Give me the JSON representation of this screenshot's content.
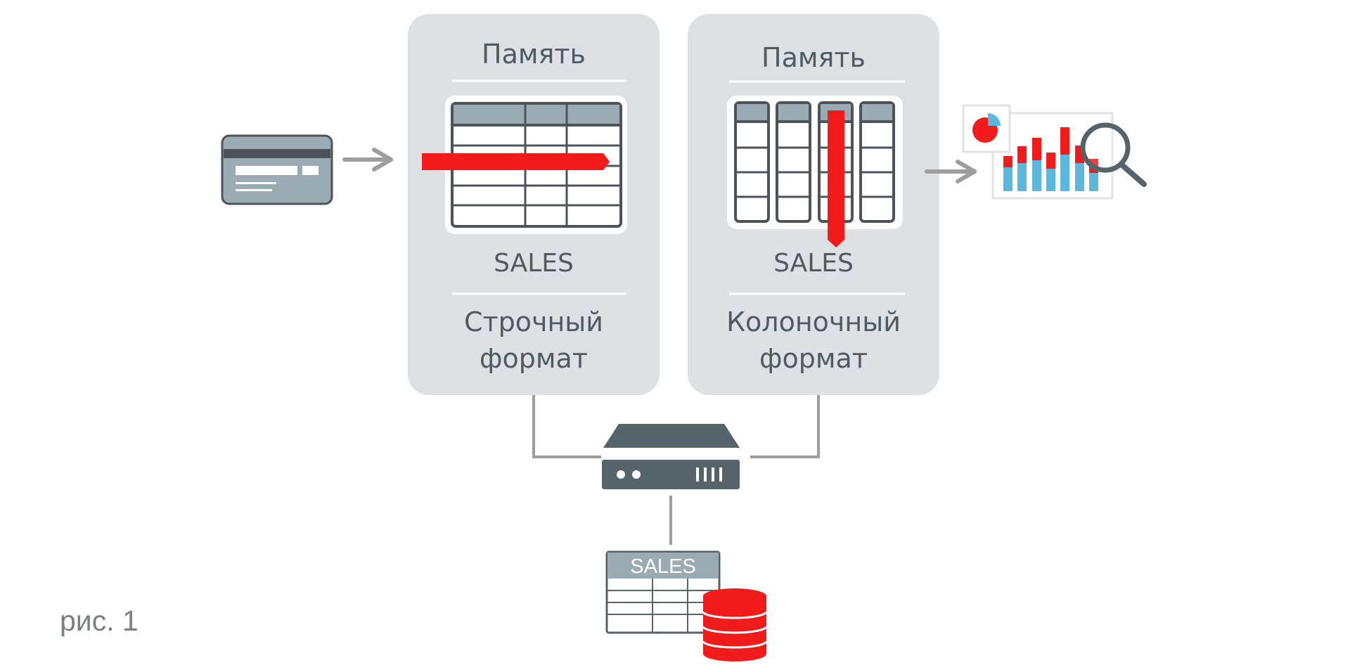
{
  "panels": {
    "row": {
      "memory_label": "Память",
      "table_label": "SALES",
      "format_line1": "Строчный",
      "format_line2": "формат"
    },
    "column": {
      "memory_label": "Память",
      "table_label": "SALES",
      "format_line1": "Колоночный",
      "format_line2": "формат"
    }
  },
  "storage": {
    "table_label": "SALES"
  },
  "caption": "рис. 1",
  "colors": {
    "panel_bg": "#dde1e3",
    "accent_red": "#f21b1b",
    "table_stroke": "#4c5459",
    "header_fill": "#9aabb3",
    "server_fill": "#55636a",
    "chart_blue": "#5bb8dc",
    "connector": "#9d9d9d"
  },
  "icons": [
    "credit-card-icon",
    "arrow-right-icon",
    "server-icon",
    "database-icon",
    "analytics-chart-icon",
    "magnifier-icon",
    "pie-chart-icon"
  ]
}
